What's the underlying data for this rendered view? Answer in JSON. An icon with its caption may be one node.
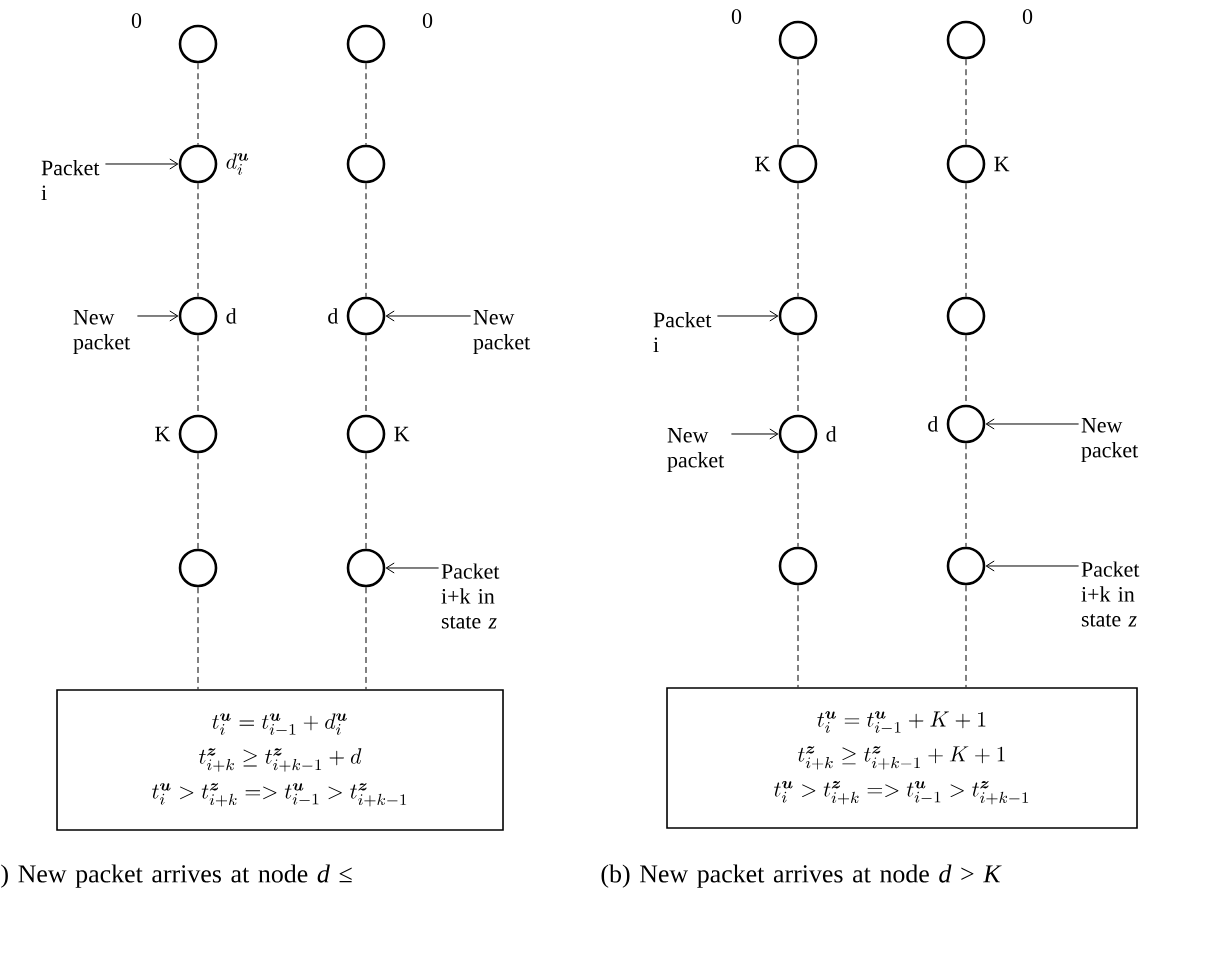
{
  "diagram": {
    "nodes": [
      {
        "text": [],
        "shape": "circle",
        "beside": [
          "0"
        ]
      },
      {
        "text": [],
        "shape": "circle",
        "beside": [
          "d_i^{\\boldsymbol{u}}"
        ]
      },
      {
        "text": [],
        "shape": "circle",
        "beside": [
          "d"
        ]
      },
      {
        "text": [],
        "shape": "circle",
        "beside": [
          "K"
        ]
      },
      {
        "text": [],
        "shape": "circle"
      },
      {
        "text": [],
        "shape": "circle",
        "beside": [
          "0"
        ]
      },
      {
        "text": [],
        "shape": "circle"
      },
      {
        "text": [],
        "shape": "circle",
        "beside": [
          "d"
        ]
      },
      {
        "text": [],
        "shape": "circle",
        "beside": [
          "K"
        ]
      },
      {
        "text": [],
        "shape": "circle"
      },
      {
        "text": [
          "Packet i"
        ]
      },
      {
        "text": [
          "New packet"
        ]
      },
      {
        "text": [
          "New packet"
        ]
      },
      {
        "text": [
          "Packet i+k in state *z*"
        ]
      },
      {
        "text": [
          "t_i^{\\boldsymbol{u}} = t_{i-1}^{\\boldsymbol{u}} + d_i^{\\boldsymbol{u}}",
          "t_{i+k}^{\\boldsymbol{z}} \\geq t_{i+k-1}^{\\boldsymbol{z}} + d",
          "t_i^{\\boldsymbol{u}} > t_{i+k}^{\\boldsymbol{z}} => t_{i-1}^{\\boldsymbol{u}} > t_{i+k-1}^{\\boldsymbol{z}}"
        ]
      },
      {
        "text": [],
        "shape": "circle",
        "beside": [
          "0"
        ]
      },
      {
        "text": [],
        "shape": "circle",
        "beside": [
          "K"
        ]
      },
      {
        "text": [],
        "shape": "circle"
      },
      {
        "text": [],
        "shape": "circle",
        "beside": [
          "d"
        ]
      },
      {
        "text": [],
        "shape": "circle"
      },
      {
        "text": [],
        "shape": "circle",
        "beside": [
          "0"
        ]
      },
      {
        "text": [],
        "shape": "circle",
        "beside": [
          "K"
        ]
      },
      {
        "text": [],
        "shape": "circle"
      },
      {
        "text": [],
        "shape": "circle",
        "beside": [
          "d"
        ]
      },
      {
        "text": [],
        "shape": "circle"
      },
      {
        "text": [
          "Packet i"
        ]
      },
      {
        "text": [
          "New packet"
        ]
      },
      {
        "text": [
          "New packet"
        ]
      },
      {
        "text": [
          "Packet i+k in state *z*"
        ]
      },
      {
        "text": [
          "t_i^{\\boldsymbol{u}} = t_{i-1}^{\\boldsymbol{u}} + K + 1",
          "t_{i+k}^{\\boldsymbol{z}} \\geq t_{i+k-1}^{\\boldsymbol{z}} + K + 1",
          "t_i^{\\boldsymbol{u}} > t_{i+k}^{\\boldsymbol{z}} => t_{i-1}^{\\boldsymbol{u}} > t_{i+k-1}^{\\boldsymbol{z}}"
        ]
      }
    ],
    "edges": [
      {
        "from": 0,
        "to": 1,
        "arrow": "none",
        "style": "dashed"
      },
      {
        "from": 1,
        "to": 2,
        "arrow": "none",
        "style": "dashed"
      },
      {
        "from": 2,
        "to": 3,
        "arrow": "none",
        "style": "dashed"
      },
      {
        "from": 3,
        "to": 4,
        "arrow": "none",
        "style": "dashed"
      },
      {
        "from": 4,
        "to": 14,
        "arrow": "none",
        "style": "dashed"
      },
      {
        "from": 5,
        "to": 6,
        "arrow": "none",
        "style": "dashed"
      },
      {
        "from": 6,
        "to": 7,
        "arrow": "none",
        "style": "dashed"
      },
      {
        "from": 7,
        "to": 8,
        "arrow": "none",
        "style": "dashed"
      },
      {
        "from": 8,
        "to": 9,
        "arrow": "none",
        "style": "dashed"
      },
      {
        "from": 9,
        "to": 14,
        "arrow": "none",
        "style": "dashed"
      },
      {
        "from": 10,
        "to": 1,
        "arrow": "to"
      },
      {
        "from": 11,
        "to": 2,
        "arrow": "to"
      },
      {
        "from": 12,
        "to": 7,
        "arrow": "to"
      },
      {
        "from": 13,
        "to": 9,
        "arrow": "to"
      },
      {
        "from": 15,
        "to": 16,
        "arrow": "none",
        "style": "dashed"
      },
      {
        "from": 16,
        "to": 17,
        "arrow": "none",
        "style": "dashed"
      },
      {
        "from": 17,
        "to": 18,
        "arrow": "none",
        "style": "dashed"
      },
      {
        "from": 18,
        "to": 19,
        "arrow": "none",
        "style": "dashed"
      },
      {
        "from": 19,
        "to": 29,
        "arrow": "none",
        "style": "dashed"
      },
      {
        "from": 20,
        "to": 21,
        "arrow": "none",
        "style": "dashed"
      },
      {
        "from": 21,
        "to": 22,
        "arrow": "none",
        "style": "dashed"
      },
      {
        "from": 22,
        "to": 23,
        "arrow": "none",
        "style": "dashed"
      },
      {
        "from": 23,
        "to": 24,
        "arrow": "none",
        "style": "dashed"
      },
      {
        "from": 24,
        "to": 29,
        "arrow": "none",
        "style": "dashed"
      },
      {
        "from": 25,
        "to": 17,
        "arrow": "to"
      },
      {
        "from": 26,
        "to": 18,
        "arrow": "to"
      },
      {
        "from": 27,
        "to": 23,
        "arrow": "to"
      },
      {
        "from": 28,
        "to": 24,
        "arrow": "to"
      }
    ],
    "labels": [
      ") New packet arrives at node *d* ≤",
      "(b) New packet arrives at node *d* > *K*"
    ]
  }
}
